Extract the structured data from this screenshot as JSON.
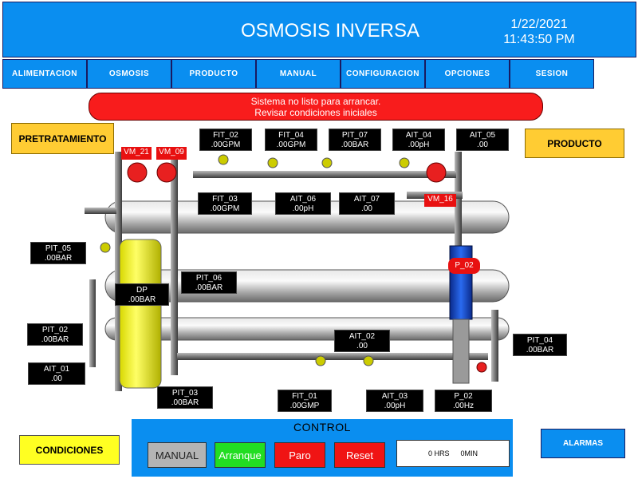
{
  "header": {
    "title": "OSMOSIS INVERSA",
    "date": "1/22/2021",
    "time": "11:43:50 PM"
  },
  "nav": [
    "ALIMENTACION",
    "OSMOSIS",
    "PRODUCTO",
    "MANUAL",
    "CONFIGURACION",
    "OPCIONES",
    "SESION"
  ],
  "status": {
    "line1": "Sistema no listo para arrancar.",
    "line2": "Revisar condiciones iniciales"
  },
  "buttons": {
    "pretratamiento": "PRETRATAMIENTO",
    "producto": "PRODUCTO",
    "condiciones": "CONDICIONES",
    "alarmas": "ALARMAS"
  },
  "tags": {
    "fit_02": {
      "name": "FIT_02",
      "value": ".00GPM"
    },
    "fit_04": {
      "name": "FIT_04",
      "value": ".00GPM"
    },
    "pit_07": {
      "name": "PIT_07",
      "value": ".00BAR"
    },
    "ait_04": {
      "name": "AIT_04",
      "value": ".00pH"
    },
    "ait_05": {
      "name": "AIT_05",
      "value": ".00"
    },
    "fit_03": {
      "name": "FIT_03",
      "value": ".00GPM"
    },
    "ait_06": {
      "name": "AIT_06",
      "value": ".00pH"
    },
    "ait_07": {
      "name": "AIT_07",
      "value": ".00"
    },
    "pit_05": {
      "name": "PIT_05",
      "value": ".00BAR"
    },
    "dp": {
      "name": "DP",
      "value": ".00BAR"
    },
    "pit_06": {
      "name": "PIT_06",
      "value": ".00BAR"
    },
    "pit_02": {
      "name": "PIT_02",
      "value": ".00BAR"
    },
    "ait_02": {
      "name": "AIT_02",
      "value": ".00"
    },
    "pit_04": {
      "name": "PIT_04",
      "value": ".00BAR"
    },
    "ait_01": {
      "name": "AIT_01",
      "value": ".00"
    },
    "pit_03": {
      "name": "PIT_03",
      "value": ".00BAR"
    },
    "fit_01": {
      "name": "FIT_01",
      "value": ".00GMP"
    },
    "ait_03": {
      "name": "AIT_03",
      "value": ".00pH"
    },
    "p02_hz": {
      "name": "P_02",
      "value": ".00Hz"
    }
  },
  "valves": {
    "vm21": "VM_21",
    "vm09": "VM_09",
    "vm16": "VM_16",
    "pump": "P_02"
  },
  "control": {
    "title": "CONTROL",
    "manual": "MANUAL",
    "arranque": "Arranque",
    "paro": "Paro",
    "reset": "Reset",
    "hrs": "0 HRS",
    "min": "0MIN"
  },
  "colors": {
    "accent": "#0a8ef0",
    "alarm": "#f81c1c",
    "button": "#ffcc33",
    "run": "#22dd22"
  }
}
